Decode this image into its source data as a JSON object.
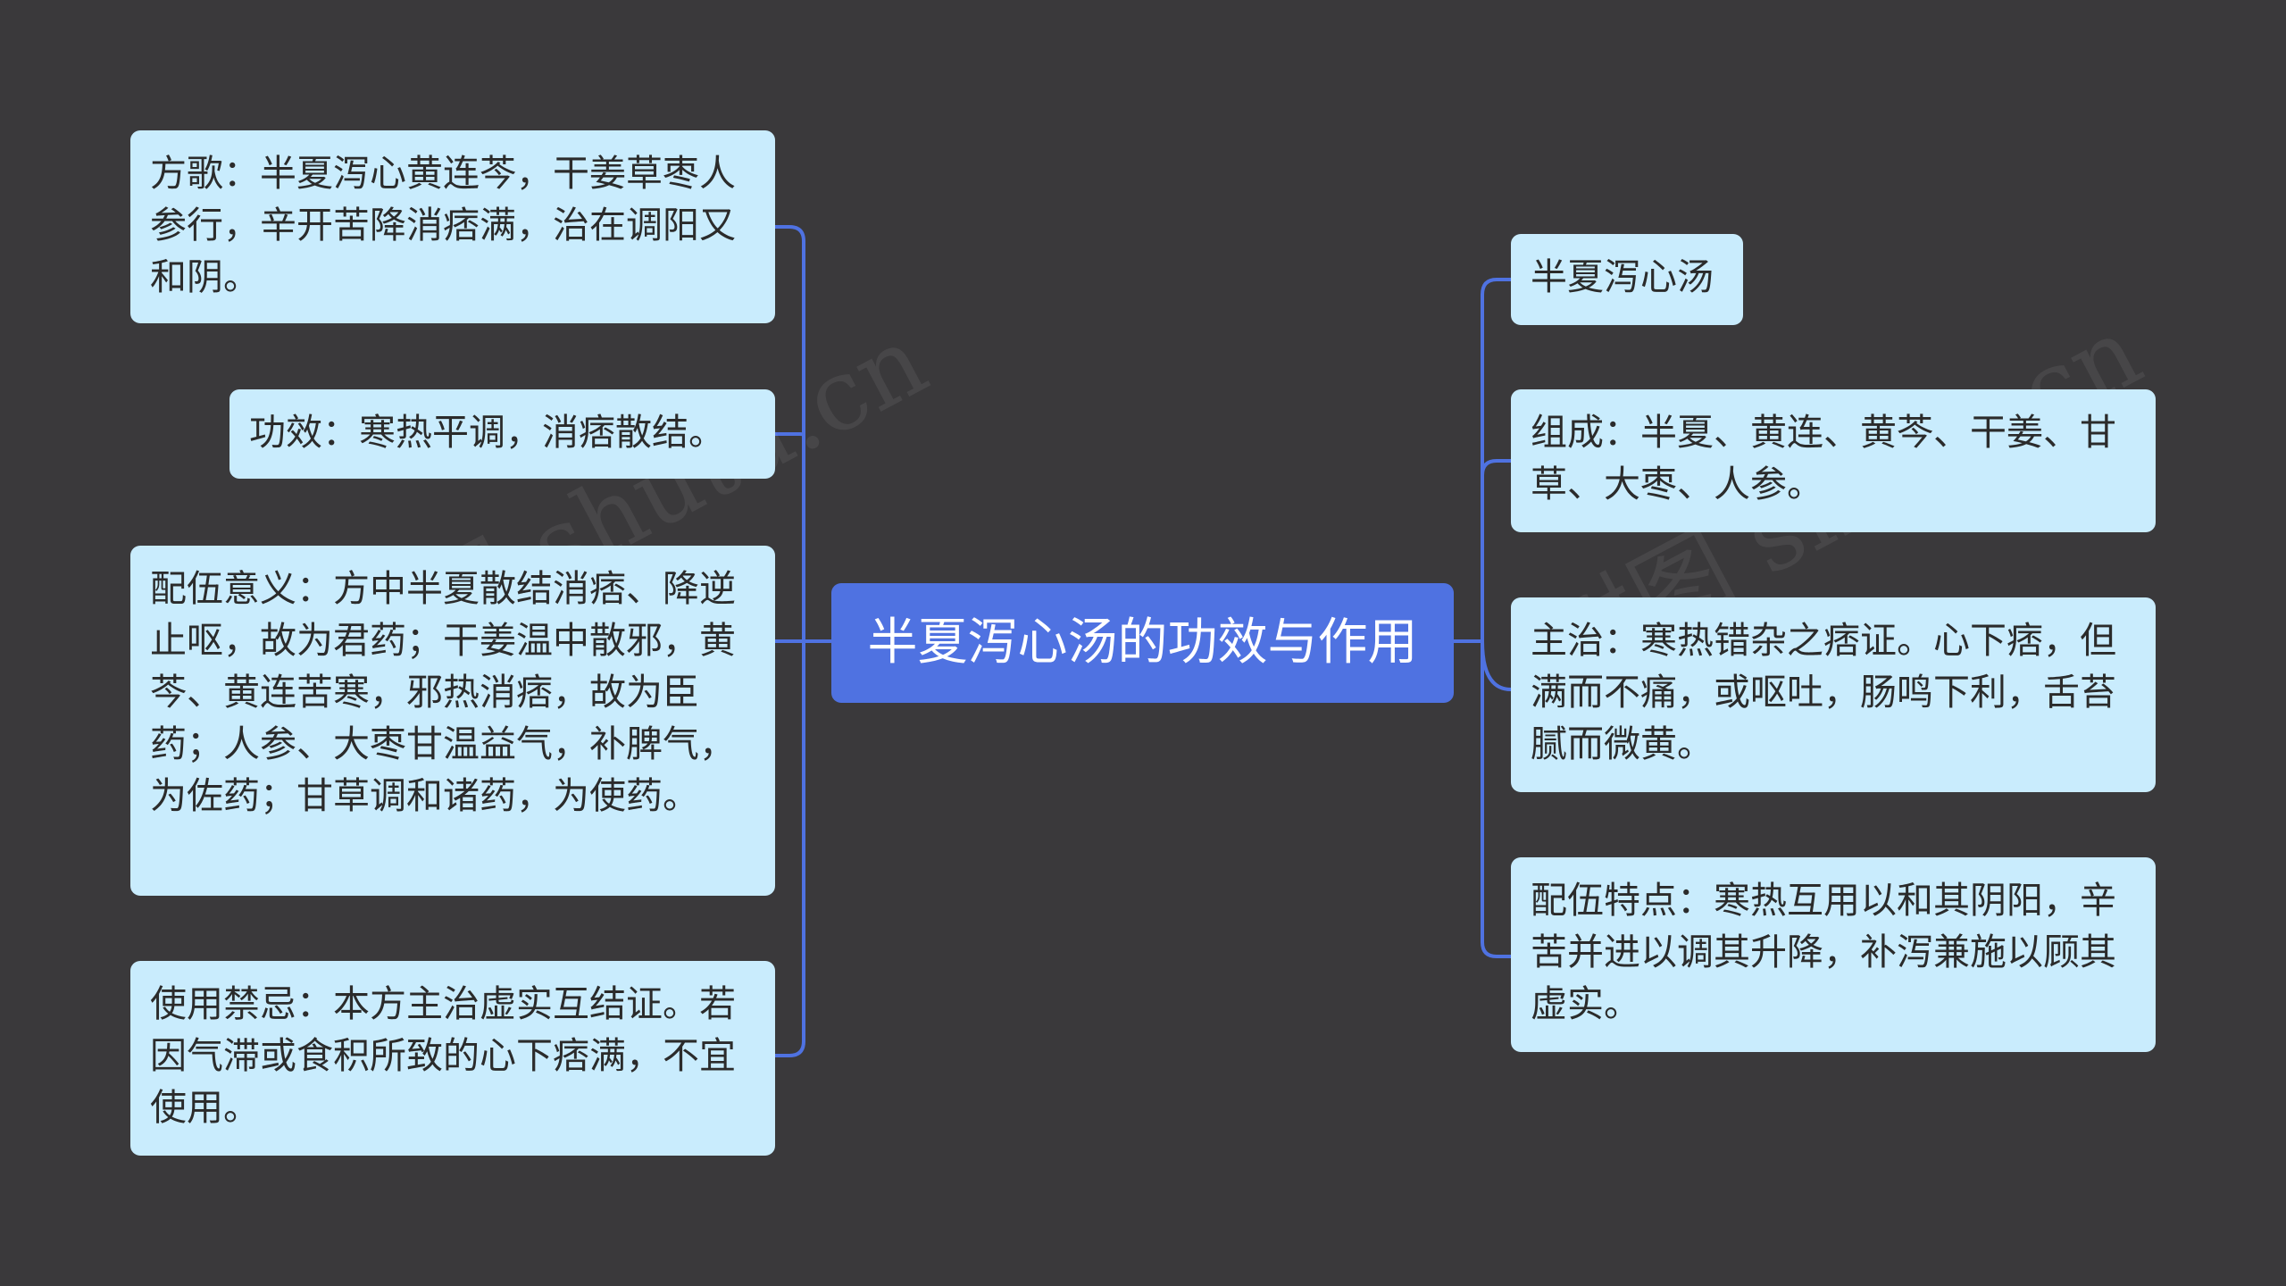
{
  "center": {
    "title": "半夏泻心汤的功效与作用"
  },
  "left_nodes": [
    {
      "text": "方歌：半夏泻心黄连芩，干姜草枣人参行，辛开苦降消痞满，治在调阳又和阴。"
    },
    {
      "text": "功效：寒热平调，消痞散结。"
    },
    {
      "text": "配伍意义：方中半夏散结消痞、降逆止呕，故为君药；干姜温中散邪，黄芩、黄连苦寒，邪热消痞，故为臣药；人参、大枣甘温益气，补脾气，为佐药；甘草调和诸药，为使药。"
    },
    {
      "text": "使用禁忌：本方主治虚实互结证。若因气滞或食积所致的心下痞满，不宜使用。"
    }
  ],
  "right_nodes": [
    {
      "text": "半夏泻心汤"
    },
    {
      "text": "组成：半夏、黄连、黄芩、干姜、甘草、大枣、人参。"
    },
    {
      "text": "主治：寒热错杂之痞证。心下痞，但满而不痛，或呕吐，肠鸣下利，舌苔腻而微黄。"
    },
    {
      "text": "配伍特点：寒热互用以和其阴阳，辛苦并进以调其升降，补泻兼施以顾其虚实。"
    }
  ],
  "watermark": {
    "text": "树图 shutu.cn"
  },
  "colors": {
    "background": "#3a393b",
    "center_fill": "#4f72e1",
    "node_fill": "#c9ecfd",
    "connector": "#4f72e1"
  }
}
